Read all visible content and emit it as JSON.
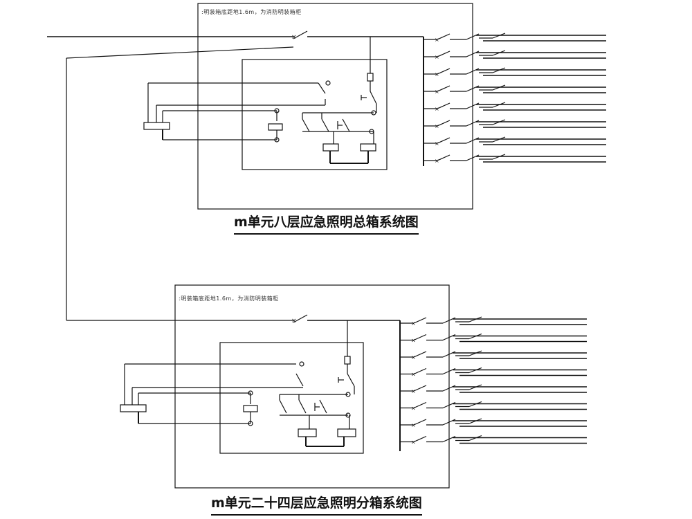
{
  "diagram": {
    "top_panel": {
      "note": ":明装箱底距地1.6m，为消防明装箱柜",
      "title": "m单元八层应急照明总箱系统图"
    },
    "bottom_panel": {
      "note": ":明装箱底距地1.6m，为消防明装箱柜",
      "title": "m单元二十四层应急照明分箱系统图"
    },
    "outgoing_circuits_per_panel": 8,
    "line_color": "#111111"
  }
}
